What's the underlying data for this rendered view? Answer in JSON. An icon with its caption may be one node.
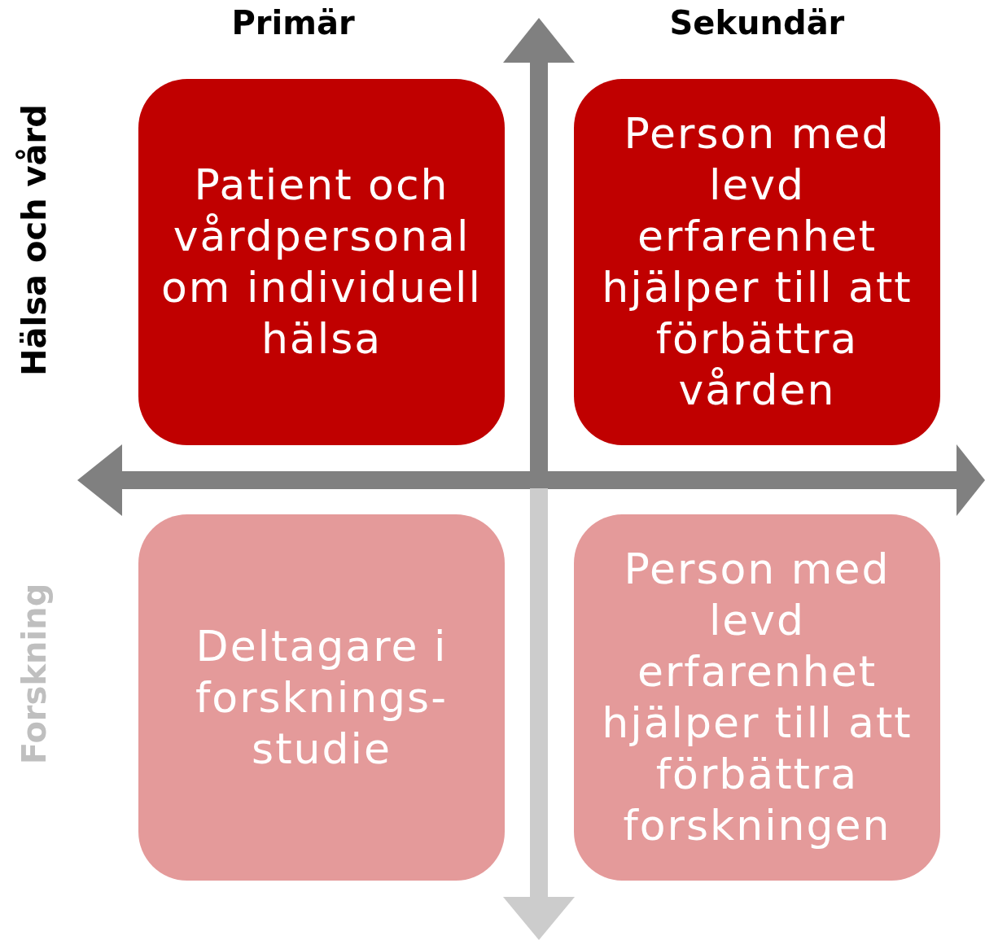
{
  "diagram": {
    "nodes": [
      {
        "text": [
          "Patient och vårdpersonal om individuell hälsa"
        ]
      },
      {
        "text": [
          "Person med levd erfarenhet hjälper till att förbättra vården"
        ]
      },
      {
        "text": [
          "Deltagare i forsknings- studie"
        ]
      },
      {
        "text": [
          "Person med levd erfarenhet hjälper till att förbättra forskningen"
        ]
      }
    ],
    "labels": [
      "Primär",
      "Sekundär",
      "Hälsa och vård",
      "Forskning"
    ]
  }
}
